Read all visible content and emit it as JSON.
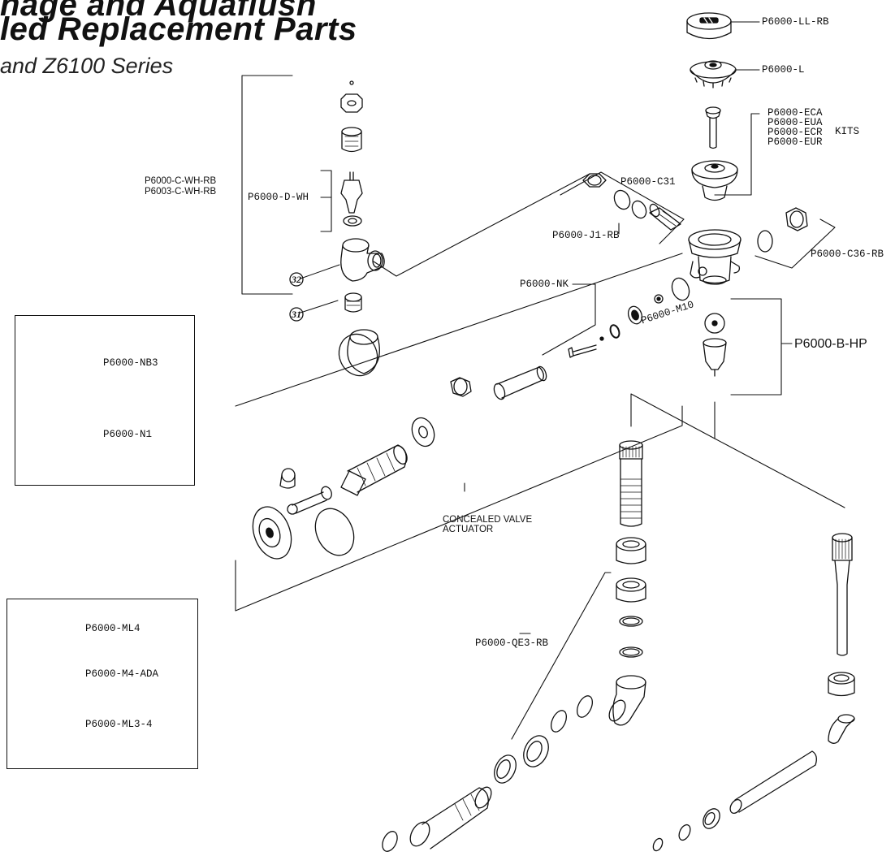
{
  "header": {
    "title_line1": "nage  and Aquaflush",
    "title_line2": "led Replacement Parts",
    "subtitle": "and Z6100 Series"
  },
  "labels": {
    "p6000_ll_rb": "P6000-LL-RB",
    "p6000_l": "P6000-L",
    "kits_list": "P6000-ECA\nP6000-EUA\nP6000-ECR\nP6000-EUR",
    "kits": "KITS",
    "p6000_c_wh_rb": "P6000-C-WH-RB",
    "p6003_c_wh_rb": "P6003-C-WH-RB",
    "p6000_d_wh": "P6000-D-WH",
    "p6000_c31": "P6000-C31",
    "p6000_j1_rb": "P6000-J1-RB",
    "p6000_c36_rb": "P6000-C36-RB",
    "p6000_nk": "P6000-NK",
    "p6000_m10": "P6000-M10",
    "p6000_b_hp": "P6000-B-HP",
    "concealed_valve_actuator": "CONCEALED VALVE\nACTUATOR",
    "p6000_qe3_rb": "P6000-QE3-RB",
    "callout_32": "32",
    "callout_31": "31"
  },
  "inset_1": {
    "p6000_nb3": "P6000-NB3",
    "p6000_n1": "P6000-N1"
  },
  "inset_2": {
    "p6000_ml4": "P6000-ML4",
    "p6000_m4_ada": "P6000-M4-ADA",
    "p6000_ml3_4": "P6000-ML3-4"
  }
}
